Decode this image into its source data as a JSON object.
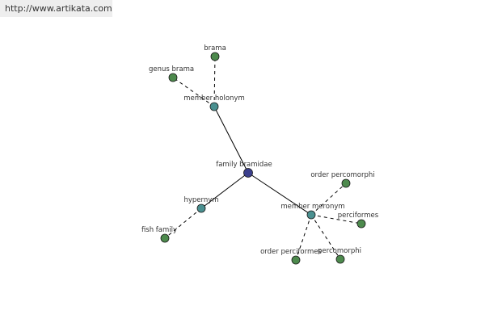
{
  "watermark": {
    "url": "http://www.artikata.com"
  },
  "colors": {
    "center": "#3b3f8c",
    "relation": "#4a9090",
    "leaf": "#4d8a4d"
  },
  "nodes": [
    {
      "id": "family-bramidae",
      "label": "family bramidae",
      "kind": "center"
    },
    {
      "id": "member-holonym",
      "label": "member holonym",
      "kind": "relation"
    },
    {
      "id": "hypernym",
      "label": "hypernym",
      "kind": "relation"
    },
    {
      "id": "member-meronym",
      "label": "member meronym",
      "kind": "relation"
    },
    {
      "id": "brama",
      "label": "brama",
      "kind": "leaf"
    },
    {
      "id": "genus-brama",
      "label": "genus brama",
      "kind": "leaf"
    },
    {
      "id": "fish-family",
      "label": "fish family",
      "kind": "leaf"
    },
    {
      "id": "order-percomorphi",
      "label": "order percomorphi",
      "kind": "leaf"
    },
    {
      "id": "perciformes",
      "label": "perciformes",
      "kind": "leaf"
    },
    {
      "id": "order-perciformes",
      "label": "order perciformes",
      "kind": "leaf"
    },
    {
      "id": "percomorphi",
      "label": "percomorphi",
      "kind": "leaf"
    }
  ],
  "edges": [
    {
      "from": "family-bramidae",
      "to": "member-holonym",
      "style": "solid"
    },
    {
      "from": "family-bramidae",
      "to": "hypernym",
      "style": "solid"
    },
    {
      "from": "family-bramidae",
      "to": "member-meronym",
      "style": "solid"
    },
    {
      "from": "member-holonym",
      "to": "brama",
      "style": "dashed"
    },
    {
      "from": "member-holonym",
      "to": "genus-brama",
      "style": "dashed"
    },
    {
      "from": "hypernym",
      "to": "fish-family",
      "style": "dashed"
    },
    {
      "from": "member-meronym",
      "to": "order-percomorphi",
      "style": "dashed"
    },
    {
      "from": "member-meronym",
      "to": "perciformes",
      "style": "dashed"
    },
    {
      "from": "member-meronym",
      "to": "order-perciformes",
      "style": "dashed"
    },
    {
      "from": "member-meronym",
      "to": "percomorphi",
      "style": "dashed"
    }
  ]
}
